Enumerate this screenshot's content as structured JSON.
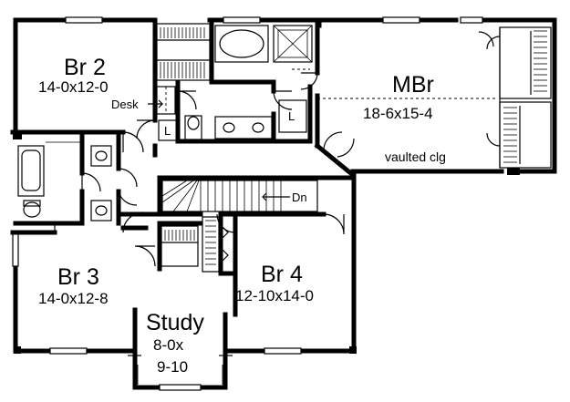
{
  "rooms": {
    "br2": {
      "name": "Br 2",
      "dims": "14-0x12-0"
    },
    "mbr": {
      "name": "MBr",
      "dims": "18-6x15-4",
      "note": "vaulted clg"
    },
    "br3": {
      "name": "Br 3",
      "dims": "14-0x12-8"
    },
    "br4": {
      "name": "Br 4",
      "dims": "12-10x14-0"
    },
    "study": {
      "name": "Study",
      "dims_line1": "8-0x",
      "dims_line2": "9-10"
    }
  },
  "labels": {
    "desk": "Desk",
    "linen_upper": "L",
    "linen_mbr": "L",
    "stair_down": "Dn"
  },
  "colors": {
    "wall": "#000000",
    "background": "#ffffff"
  }
}
